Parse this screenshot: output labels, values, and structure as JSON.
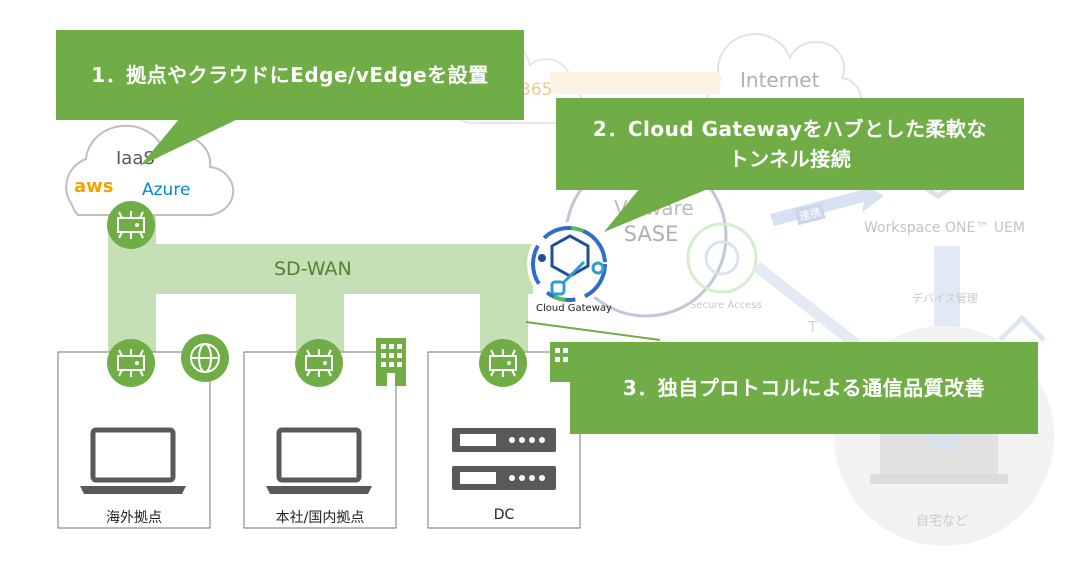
{
  "background": {
    "saas_fragment": "365",
    "internet_label": "Internet",
    "sase_label_line1": "VMware",
    "sase_label_line2": "SASE",
    "secure_access_label": "Secure Access",
    "workspace_one_label": "Workspace ONE™ UEM",
    "link_label_1": "連携",
    "link_label_2": "デバイス管理",
    "remote_label": "自宅など",
    "tunnel_fragment": "T"
  },
  "iaas": {
    "label": "IaaS",
    "aws_label": "aws",
    "azure_label": "Azure"
  },
  "sdwan_label": "SD-WAN",
  "cloud_gateway_label": "Cloud Gateway",
  "sites": [
    {
      "label": "海外拠点"
    },
    {
      "label": "本社/国内拠点"
    },
    {
      "label": "DC"
    }
  ],
  "callouts": {
    "c1": "1．拠点やクラウドにEdge/vEdgeを設置",
    "c2": "2．Cloud Gatewayをハブとした柔軟な\nトンネル接続",
    "c3": "3．独自プロトコルによる通信品質改善"
  },
  "colors": {
    "callout_green": "#70ad47",
    "edge_green": "#70ad47",
    "sdwan_band": "#c5e0b4",
    "sdwan_text": "#548235",
    "aws_orange": "#f4a300",
    "azure_blue": "#0089d6",
    "cloud_gateway_blue": "#1e4f9c"
  }
}
